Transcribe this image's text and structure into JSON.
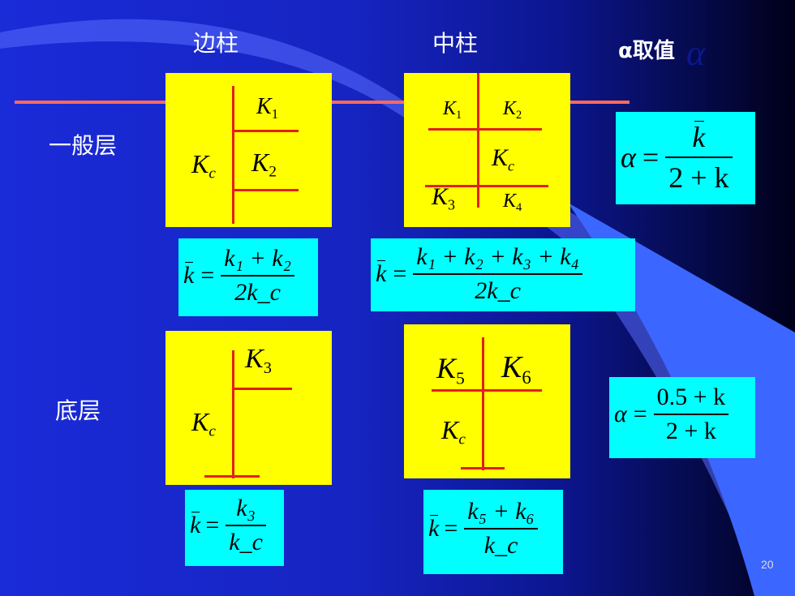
{
  "headers": {
    "edge": "边柱",
    "middle": "中柱",
    "alpha": "α取值",
    "alpha_symbol": "α"
  },
  "rows": {
    "general": "一般层",
    "bottom": "底层"
  },
  "diagrams": {
    "general_edge": {
      "k_top": "K",
      "k_top_sub": "1",
      "k_mid": "K",
      "k_mid_sub": "2",
      "kc": "K",
      "kc_sub": "c"
    },
    "general_middle": {
      "k1": "K",
      "k1_sub": "1",
      "k2": "K",
      "k2_sub": "2",
      "kc": "K",
      "kc_sub": "c",
      "k3": "K",
      "k3_sub": "3",
      "k4": "K",
      "k4_sub": "4"
    },
    "bottom_edge": {
      "k3": "K",
      "k3_sub": "3",
      "kc": "K",
      "kc_sub": "c"
    },
    "bottom_middle": {
      "k5": "K",
      "k5_sub": "5",
      "k6": "K",
      "k6_sub": "6",
      "kc": "K",
      "kc_sub": "c"
    }
  },
  "formulas": {
    "general_edge": {
      "lhs": "k",
      "num": "k₁ + k₂",
      "den": "2k_c"
    },
    "general_middle": {
      "lhs": "k",
      "num": "k₁ + k₂ + k₃ + k₄",
      "den": "2k_c"
    },
    "bottom_edge": {
      "lhs": "k",
      "num": "k₃",
      "den": "k_c"
    },
    "bottom_middle": {
      "lhs": "k",
      "num": "k₅ + k₆",
      "den": "k_c"
    },
    "alpha_general": {
      "lhs": "α",
      "num": "k",
      "den": "2 + k"
    },
    "alpha_bottom": {
      "lhs": "α",
      "num": "0.5 + k",
      "den": "2 + k"
    }
  },
  "page_number": "20",
  "colors": {
    "diagram_bg": "#ffff00",
    "formula_bg": "#00ffff",
    "line": "#e02020"
  }
}
